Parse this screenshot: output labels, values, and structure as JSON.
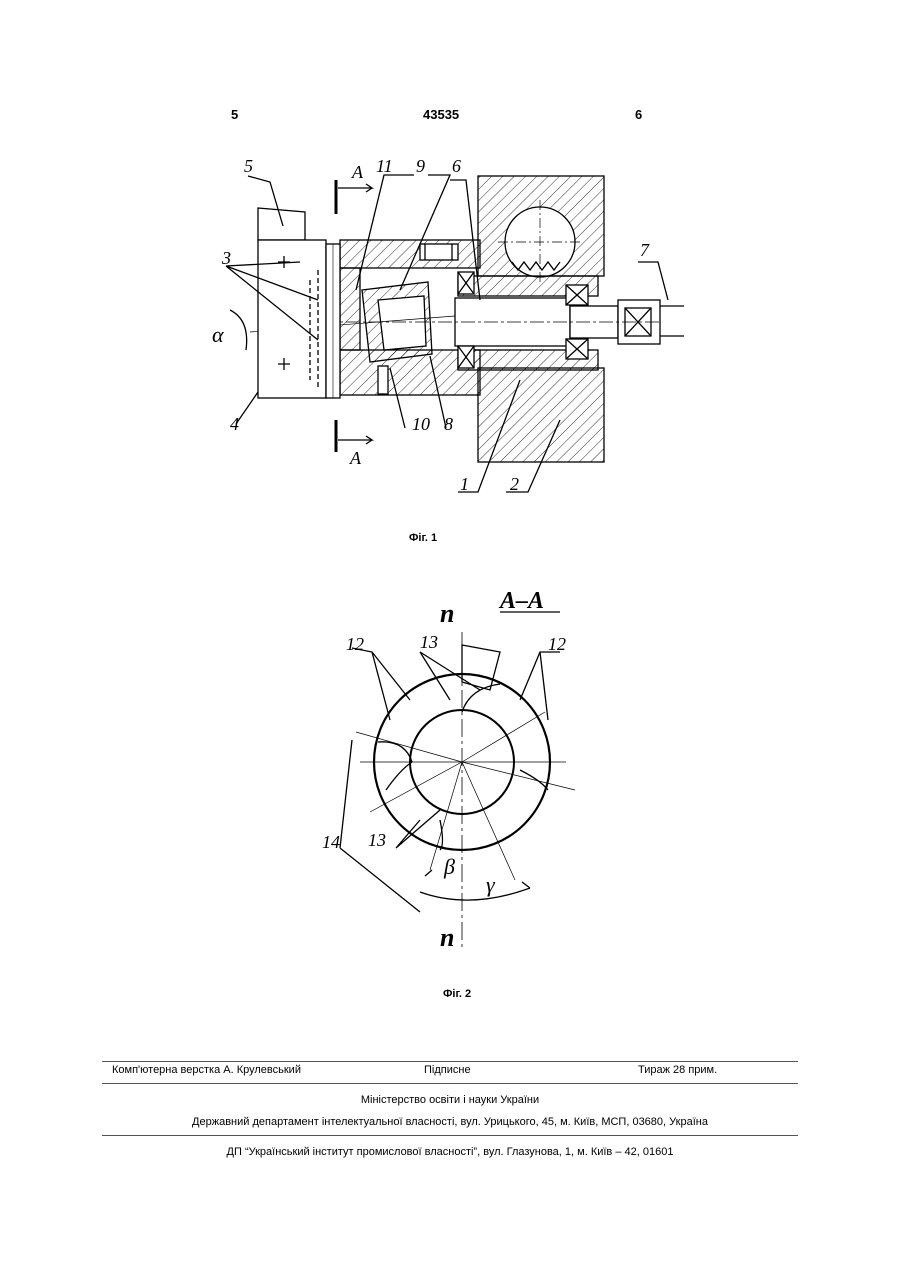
{
  "header": {
    "left_page": "5",
    "patent_number": "43535",
    "right_page": "6"
  },
  "figures": {
    "fig1": {
      "caption": "Фіг. 1",
      "labels": [
        "5",
        "A",
        "11",
        "9",
        "6",
        "7",
        "3",
        "α",
        "4",
        "10",
        "8",
        "A",
        "1",
        "2"
      ]
    },
    "fig2": {
      "caption": "Фіг. 2",
      "section": "A-A",
      "labels": [
        "n",
        "12",
        "13",
        "12",
        "14",
        "13",
        "β",
        "γ",
        "n"
      ]
    }
  },
  "footer": {
    "layout": "Комп'ютерна верстка А. Крулевський",
    "signed": "Підписне",
    "circulation": "Тираж 28 прим.",
    "ministry": "Міністерство освіти і науки України",
    "department": "Державний департамент інтелектуальної власності, вул. Урицького, 45, м. Київ, МСП, 03680, Україна",
    "institute": "ДП “Український інститут промислової власності”, вул. Глазунова, 1, м. Київ – 42, 01601"
  }
}
